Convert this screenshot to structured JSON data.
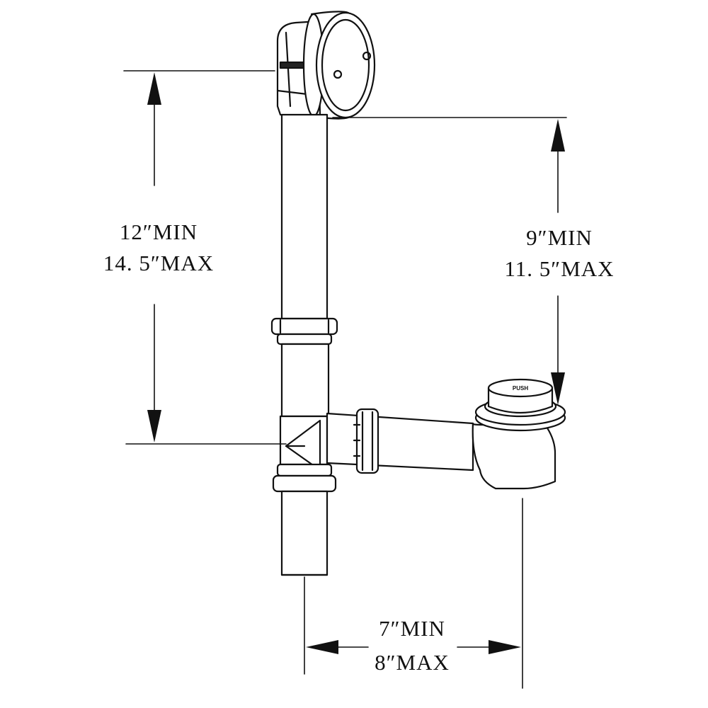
{
  "dimensions": {
    "overall_height": {
      "min": "12″MIN",
      "max": "14. 5″MAX"
    },
    "overflow_to_drain": {
      "min": "9″MIN",
      "max": "11. 5″MAX"
    },
    "drain_offset": {
      "min": "7″MIN",
      "max": "8″MAX"
    }
  },
  "drain_stopper_text": "PUSH",
  "colors": {
    "line": "#111111",
    "background": "#ffffff"
  }
}
